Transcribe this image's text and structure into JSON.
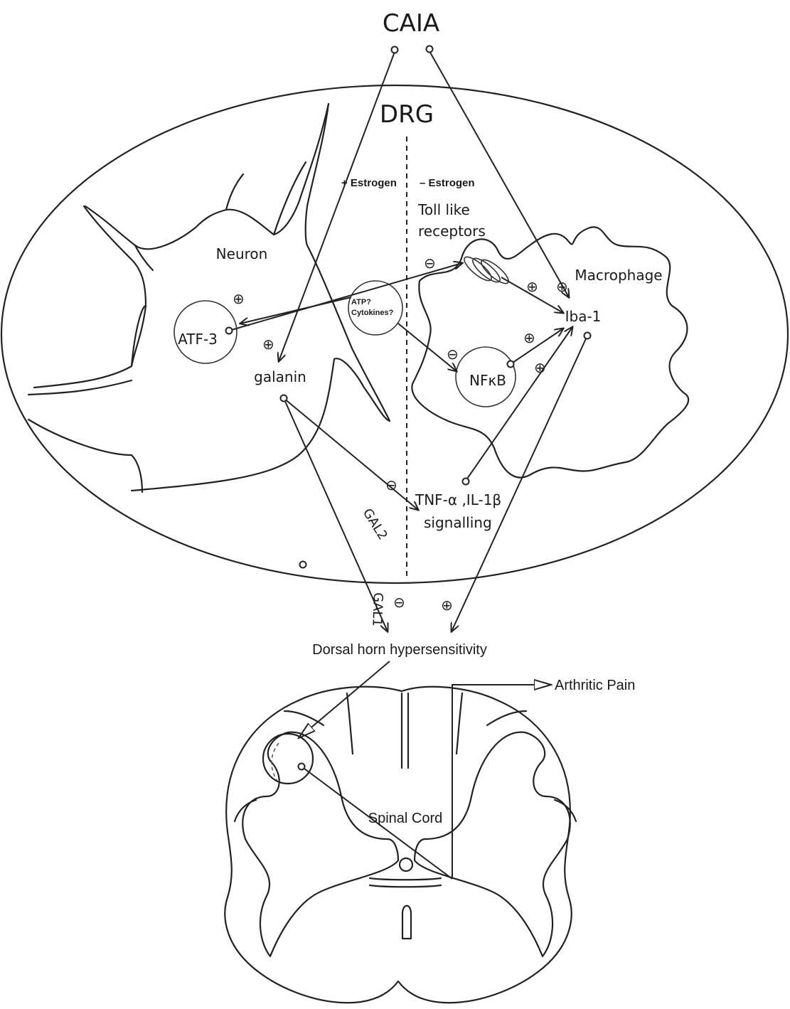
{
  "title": "CAIA",
  "drg_label": "DRG",
  "plus_estrogen": "+ Estrogen",
  "minus_estrogen": "– Estrogen",
  "neuron_label": "Neuron",
  "macrophage_label": "Macrophage",
  "toll_line1": "Toll like",
  "toll_line2": "receptors",
  "atp_line1": "ATP?",
  "atp_line2": "Cytokines?",
  "atf3_label": "ATF-3",
  "galanin_label": "galanin",
  "nfkb_label": "NFκB",
  "iba1_label": "Iba-1",
  "tnf_line1": "TNF-α ,IL-1β",
  "tnf_line2": "signalling",
  "gal2_label": "GAL2",
  "gal1_label": "GAL1",
  "dorsal_horn_label": "Dorsal horn hypersensitivity",
  "arthritic_pain_label": "Arthritic Pain",
  "spinal_cord_label": "Spinal Cord",
  "plus_symbol": "⊕",
  "minus_symbol": "⊖"
}
